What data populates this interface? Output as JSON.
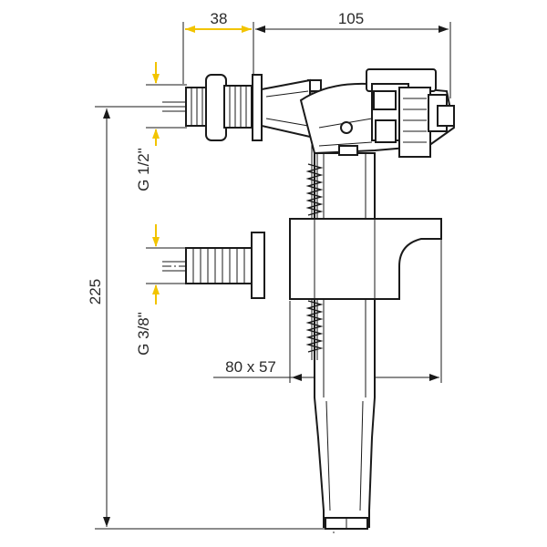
{
  "dimensions": {
    "width_top": "38",
    "total_width": "105",
    "height": "225",
    "upper_inlet_thread": "G 1/2\"",
    "lower_inlet_thread": "G 3/8\"",
    "float_size": "80 x 57"
  },
  "colors": {
    "dimension_accent": "#f2c400",
    "line": "#1a1a1a"
  }
}
